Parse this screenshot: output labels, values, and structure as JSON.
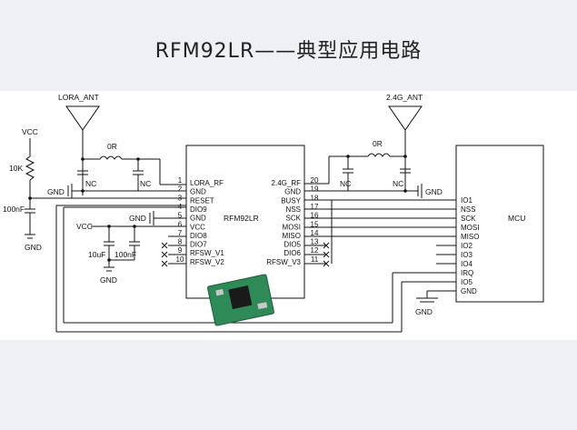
{
  "page": {
    "title": "RFM92LR——典型应用电路",
    "background": "#eef0f3",
    "band_color": "#ffffff"
  },
  "labels": {
    "lora_ant": "LORA_ANT",
    "g24_ant": "2.4G_ANT",
    "vcc": "VCC",
    "r10k": "10K",
    "c100nf": "100nF",
    "gnd": "GND",
    "gnd_arrow": "GND",
    "r0": "0R",
    "nc": "NC",
    "c10uf": "10uF"
  },
  "chip": {
    "name": "RFM92LR",
    "left_pins": [
      {
        "num": "1",
        "name": "LORA_RF"
      },
      {
        "num": "2",
        "name": "GND"
      },
      {
        "num": "3",
        "name": "RESET"
      },
      {
        "num": "4",
        "name": "DIO9"
      },
      {
        "num": "5",
        "name": "GND"
      },
      {
        "num": "6",
        "name": "VCC"
      },
      {
        "num": "7",
        "name": "DIO8"
      },
      {
        "num": "8",
        "name": "DIO7"
      },
      {
        "num": "9",
        "name": "RFSW_V1"
      },
      {
        "num": "10",
        "name": "RFSW_V2"
      }
    ],
    "right_pins": [
      {
        "num": "20",
        "name": "2.4G_RF"
      },
      {
        "num": "19",
        "name": "GND"
      },
      {
        "num": "18",
        "name": "BUSY"
      },
      {
        "num": "17",
        "name": "NSS"
      },
      {
        "num": "16",
        "name": "SCK"
      },
      {
        "num": "15",
        "name": "MOSI"
      },
      {
        "num": "14",
        "name": "MISO"
      },
      {
        "num": "13",
        "name": "DIO5"
      },
      {
        "num": "12",
        "name": "DIO6"
      },
      {
        "num": "11",
        "name": "RFSW_V3"
      }
    ]
  },
  "mcu": {
    "name": "MCU",
    "pins": [
      "IO1",
      "NSS",
      "SCK",
      "MOSI",
      "MISO",
      "IO2",
      "IO3",
      "IO4",
      "IRQ",
      "IO5",
      "GND"
    ]
  },
  "module_colors": {
    "pcb": "#2e8b57",
    "chip": "#1a1a1a"
  }
}
